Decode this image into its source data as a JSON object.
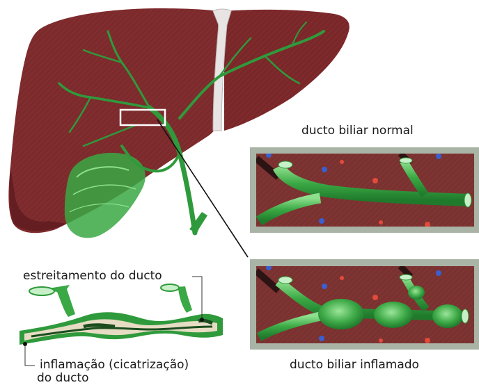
{
  "labels": {
    "normal_duct": "ducto biliar normal",
    "inflamed_duct": "ducto biliar inflamado",
    "narrowing": "estreitamento do ducto",
    "inflammation_line1": "inflamação (cicatrização)",
    "inflammation_line2": "do ducto"
  },
  "colors": {
    "liver": "#7d2a2c",
    "liver_dark": "#5e1c1f",
    "duct_green": "#2f9a3c",
    "duct_light": "#7dd07f",
    "tissue_bg": "#7a3230",
    "frame_grey": "#a9b3a6",
    "ligament": "#e8e4e4",
    "scar_tissue": "#e6dcc4"
  }
}
